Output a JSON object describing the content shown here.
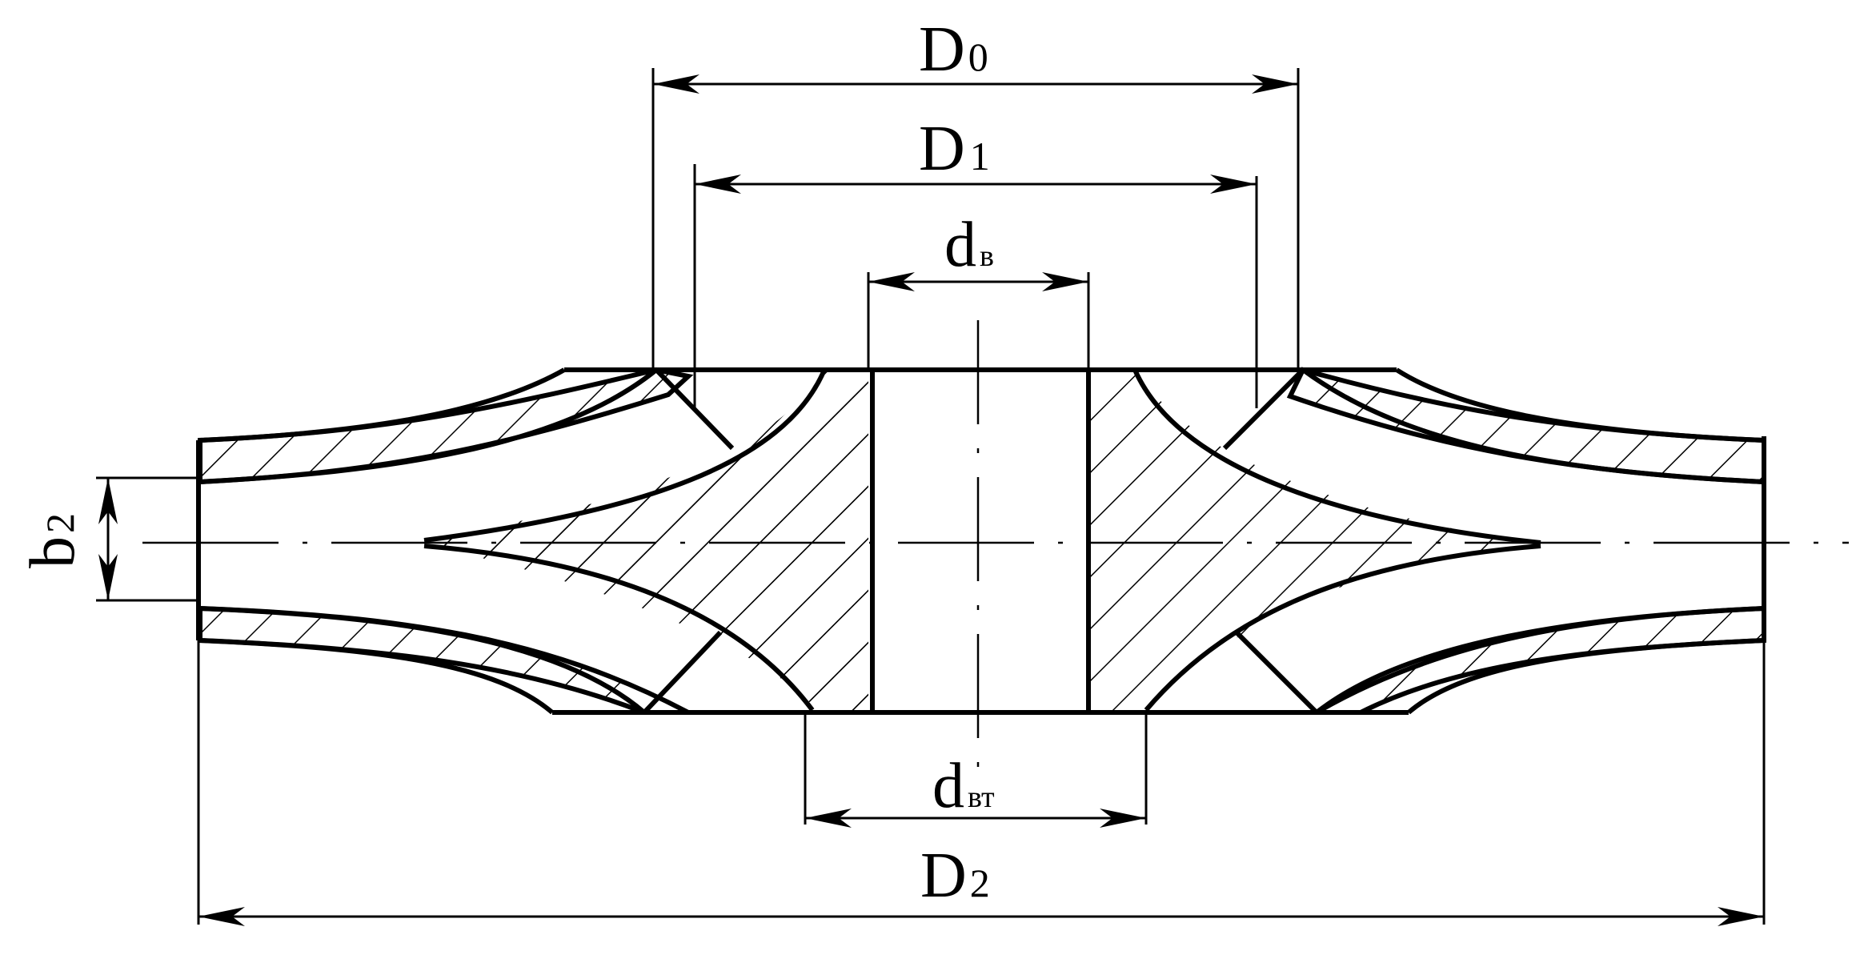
{
  "labels": {
    "D0": {
      "main": "D",
      "sub": "0"
    },
    "D1": {
      "main": "D",
      "sub": "1"
    },
    "dv": {
      "main": "d",
      "sub": "в"
    },
    "dvt": {
      "main": "d",
      "sub": "вт"
    },
    "D2": {
      "main": "D",
      "sub": "2"
    },
    "b2": {
      "main": "b",
      "sub": "2"
    }
  },
  "colors": {
    "ink": "#000000",
    "paper": "#ffffff"
  }
}
